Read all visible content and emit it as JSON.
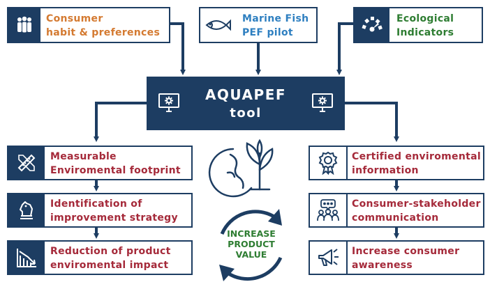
{
  "inputs": {
    "consumer": {
      "label": "Consumer\nhabit & preferences",
      "icon": "people-group-icon",
      "color": "#d47a31"
    },
    "marine": {
      "label": "Marine Fish\nPEF pilot",
      "icon": "fish-icon",
      "color": "#2e7fc0"
    },
    "ecological": {
      "label": "Ecological\nIndicators",
      "icon": "gauge-icon",
      "color": "#2e7d32"
    }
  },
  "central": {
    "title": "AQUAPEF",
    "subtitle": "tool",
    "icon": "monitor-gear-icon"
  },
  "left_chain": [
    {
      "label": "Measurable\nEnviromental footprint",
      "icon": "ruler-pencil-icon"
    },
    {
      "label": "Identification of\nimprovement strategy",
      "icon": "chess-knight-icon"
    },
    {
      "label": "Reduction of product\nenviromental impact",
      "icon": "declining-chart-icon"
    }
  ],
  "right_chain": [
    {
      "label": "Certified enviromental\ninformation",
      "icon": "certificate-badge-icon"
    },
    {
      "label": "Consumer-stakeholder\ncommunication",
      "icon": "people-chat-icon"
    },
    {
      "label": "Increase consumer\nawareness",
      "icon": "megaphone-icon"
    }
  ],
  "center_icon": "globe-plant-icon",
  "cycle": {
    "line1": "INCREASE",
    "line2": "PRODUCT",
    "line3": "VALUE"
  },
  "colors": {
    "navy": "#1d3d62",
    "outcome_text": "#a52a3a",
    "cycle": "#2e7d32"
  }
}
